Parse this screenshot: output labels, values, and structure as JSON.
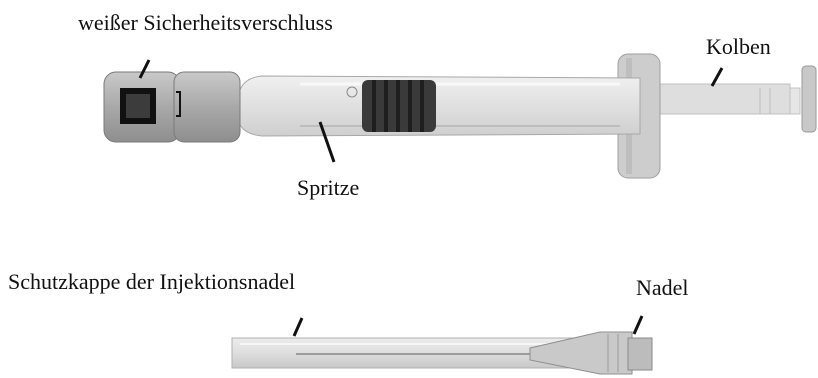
{
  "labels": {
    "safety_cap": "weißer Sicherheitsverschluss",
    "plunger": "Kolben",
    "syringe": "Spritze",
    "needle_shield": "Schutzkappe der Injektionsnadel",
    "needle": "Nadel"
  },
  "colors": {
    "ink": "#111111",
    "glass": "#dcdcdc",
    "cap": "#a9a9a9",
    "rubber": "#3a3a3a"
  }
}
